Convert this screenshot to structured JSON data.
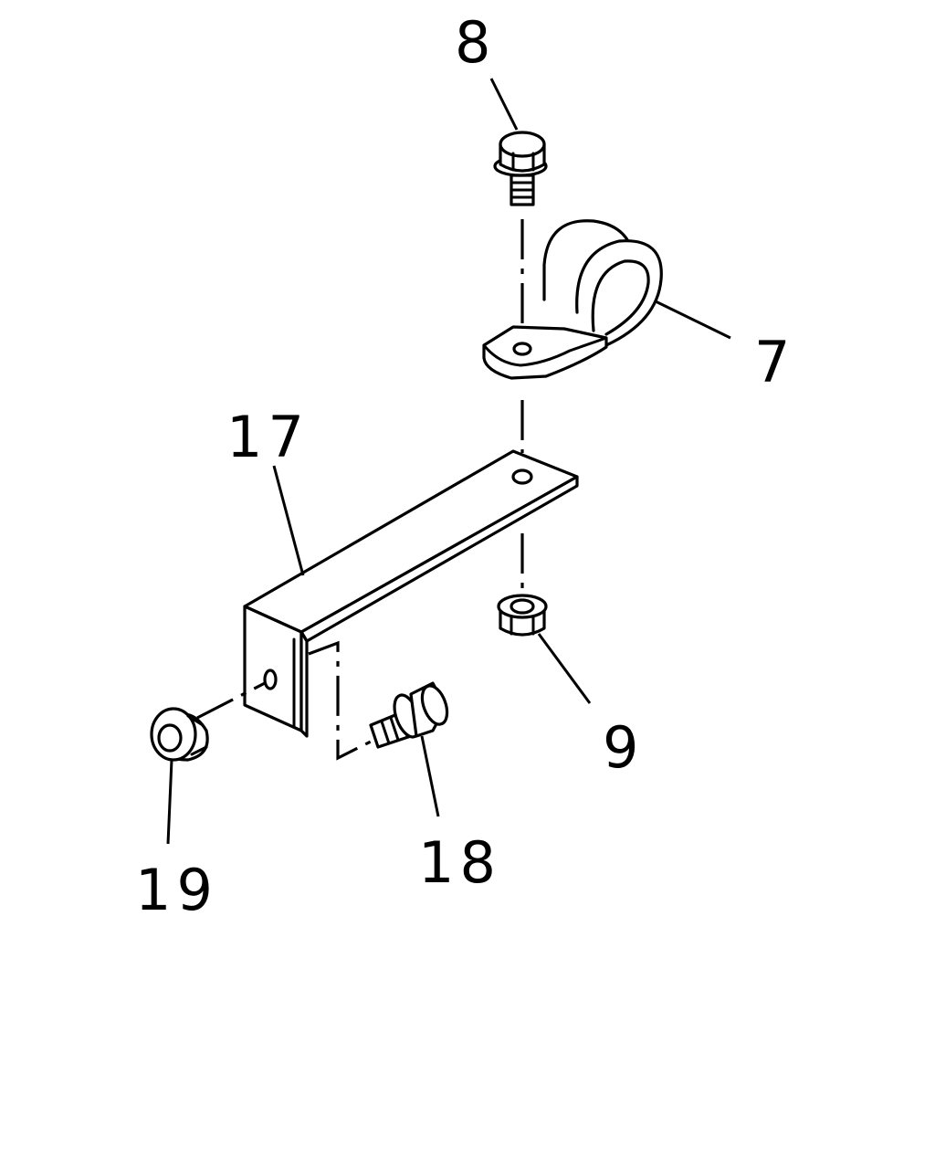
{
  "diagram": {
    "callouts": [
      {
        "id": "c8",
        "label": "8"
      },
      {
        "id": "c7",
        "label": "7"
      },
      {
        "id": "c17",
        "label": "17"
      },
      {
        "id": "c9",
        "label": "9"
      },
      {
        "id": "c18",
        "label": "18"
      },
      {
        "id": "c19",
        "label": "19"
      }
    ]
  }
}
